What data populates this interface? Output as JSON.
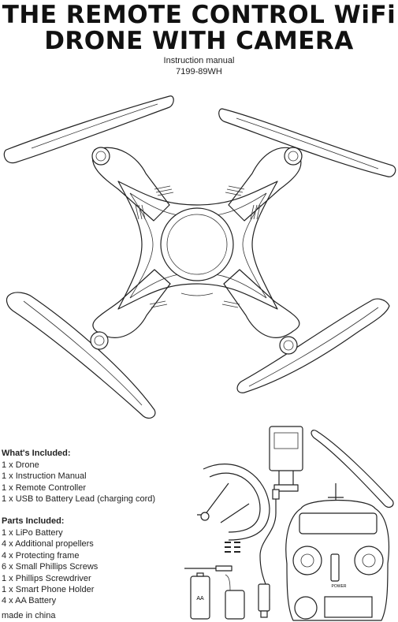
{
  "header": {
    "title_line1": "THE REMOTE CONTROL WiFi",
    "title_line2": "DRONE WITH CAMERA",
    "subtitle": "Instruction manual",
    "model": "7199-89WH"
  },
  "included": {
    "heading": "What's Included:",
    "items": [
      "1 x Drone",
      "1 x Instruction Manual",
      "1 x Remote Controller",
      "1 x USB to Battery Lead (charging cord)"
    ]
  },
  "parts": {
    "heading": "Parts Included:",
    "items": [
      "1 x LiPo Battery",
      "4 x Additional propellers",
      "4 x Protecting frame",
      "6 x Small Phillips Screws",
      "1 x Phillips Screwdriver",
      "1 x Smart Phone Holder",
      "4 x AA Battery"
    ]
  },
  "footer": {
    "made_in": "made in china"
  },
  "labels": {
    "aa": "AA",
    "power": "POWER"
  },
  "icons": [
    "drone-illustration",
    "propeller-guard-icon",
    "phone-holder-icon",
    "propeller-icon",
    "usb-cable-icon",
    "screws-icon",
    "screwdriver-icon",
    "aa-battery-icon",
    "lipo-battery-icon",
    "usb-charger-icon",
    "remote-controller-icon"
  ]
}
